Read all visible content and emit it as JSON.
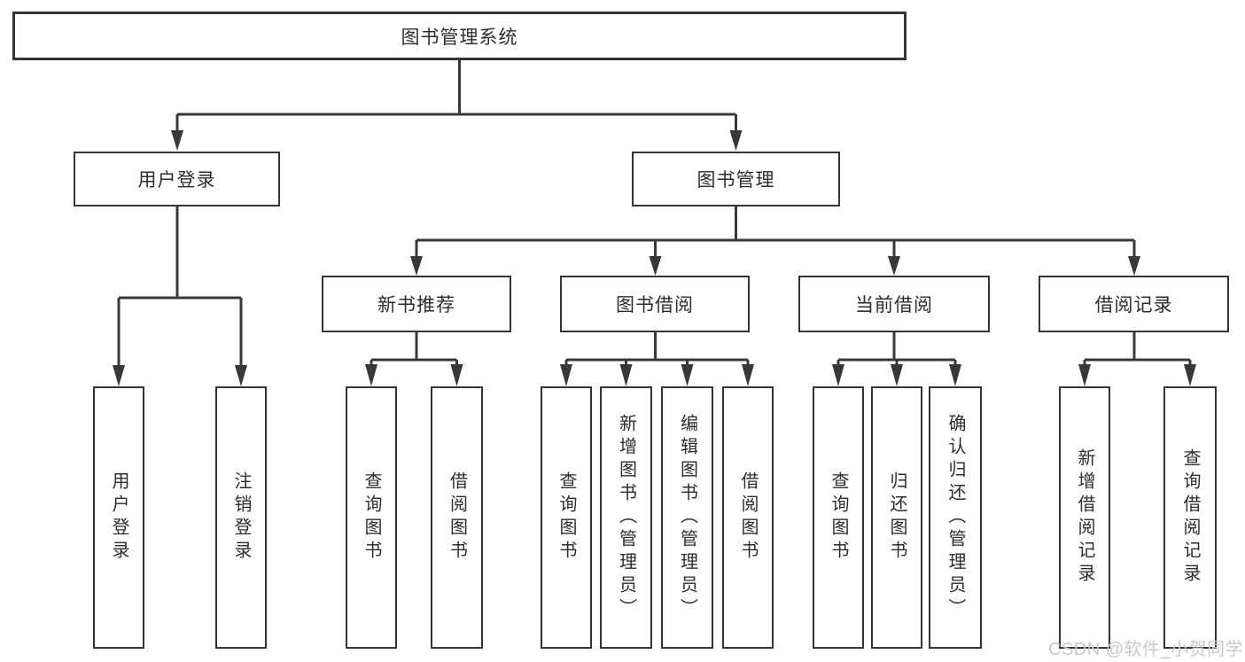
{
  "colors": {
    "line": "#383838",
    "box_border": "#363636",
    "text": "#2d2d2d",
    "watermark": "#c9c9c9",
    "background": "#ffffff"
  },
  "watermark": {
    "text": "CSDN @软件_小贺同学"
  },
  "tree": {
    "label": "图书管理系统",
    "children": [
      {
        "label": "用户登录",
        "children": [
          {
            "label": "用户登录"
          },
          {
            "label": "注销登录"
          }
        ]
      },
      {
        "label": "图书管理",
        "children": [
          {
            "label": "新书推荐",
            "children": [
              {
                "label": "查询图书"
              },
              {
                "label": "借阅图书"
              }
            ]
          },
          {
            "label": "图书借阅",
            "children": [
              {
                "label": "查询图书"
              },
              {
                "label": "新增图书（管理员）"
              },
              {
                "label": "编辑图书（管理员）"
              },
              {
                "label": "借阅图书"
              }
            ]
          },
          {
            "label": "当前借阅",
            "children": [
              {
                "label": "查询图书"
              },
              {
                "label": "归还图书"
              },
              {
                "label": "确认归还（管理员）"
              }
            ]
          },
          {
            "label": "借阅记录",
            "children": [
              {
                "label": "新增借阅记录"
              },
              {
                "label": "查询借阅记录"
              }
            ]
          }
        ]
      }
    ]
  }
}
